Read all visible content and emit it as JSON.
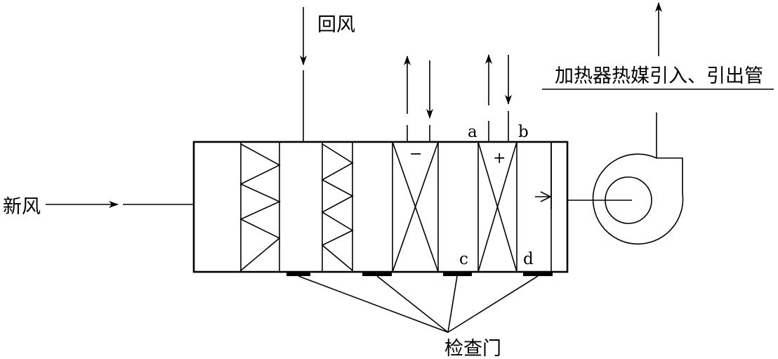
{
  "labels": {
    "return_air": "回风",
    "fresh_air": "新风",
    "heater_pipe": "加热器热媒引入、引出管",
    "inspection_door": "检查门",
    "a": "a",
    "b": "b",
    "c": "c",
    "d": "d",
    "minus": "−",
    "plus": "+"
  }
}
